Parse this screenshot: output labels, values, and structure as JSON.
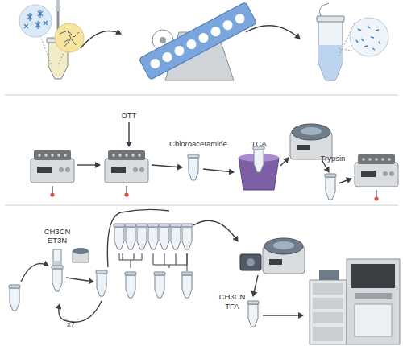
{
  "diagram": {
    "labels": [
      "DTT",
      "Chloroacetamide",
      "TCA",
      "Trypsin",
      "CH3CN",
      "ET3N",
      "x7",
      "CH3CN",
      "TFA"
    ]
  }
}
